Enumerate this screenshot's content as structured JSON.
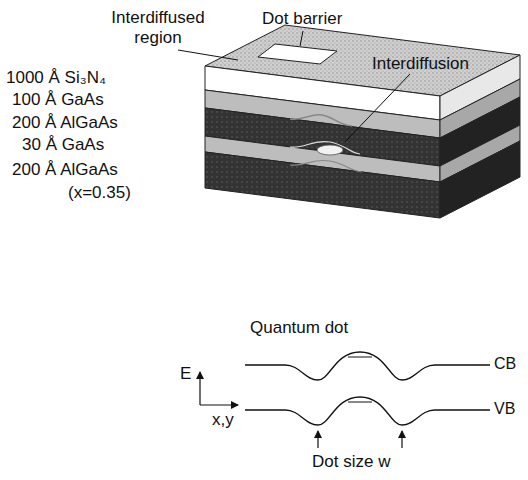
{
  "diagram": {
    "labels": [
      "Interdiffused region",
      "Dot barrier",
      "Interdiffusion",
      "1000 Å Si₃N₄",
      "100 Å GaAs",
      "200 Å AlGaAs",
      "30 Å GaAs",
      "200 Å AlGaAs",
      "(x=0.35)",
      "Quantum dot",
      "CB",
      "VB",
      "E",
      "x,y",
      "Dot size w"
    ]
  }
}
